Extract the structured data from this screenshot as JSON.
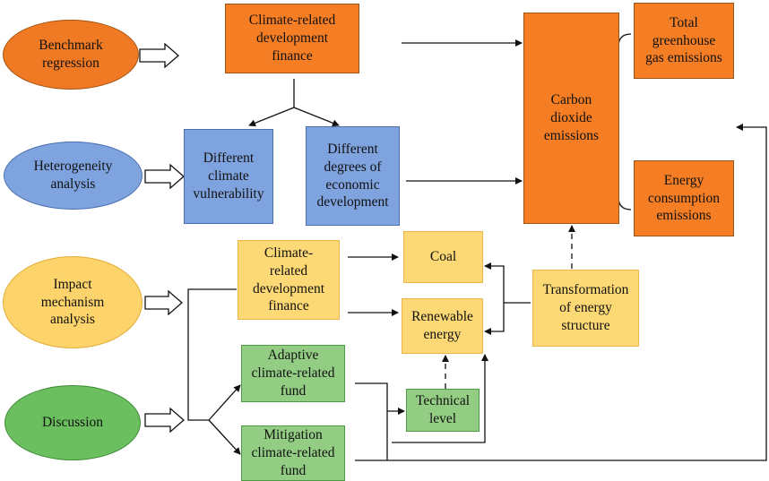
{
  "levels": {
    "benchmark": "Benchmark\nregression",
    "heterogeneity": "Heterogeneity\nanalysis",
    "mechanism": "Impact\nmechanism\nanalysis",
    "discussion": "Discussion"
  },
  "boxes": {
    "crdf_top": "Climate-related\ndevelopment\nfinance",
    "vulnerability": "Different\nclimate\nvulnerability",
    "economic": "Different\ndegrees of\neconomic\ndevelopment",
    "co2": "Carbon\ndioxide\nemissions",
    "total_ghg": "Total\ngreenhouse\ngas emissions",
    "energy_emissions": "Energy\nconsumption\nemissions",
    "crdf_mid": "Climate-\nrelated\ndevelopment\nfinance",
    "coal": "Coal",
    "renewable": "Renewable\nenergy",
    "transformation": "Transformation\nof energy\nstructure",
    "adaptive": "Adaptive\nclimate-related\nfund",
    "mitigation": "Mitigation\nclimate-related\nfund",
    "technical": "Technical\nlevel"
  },
  "colors": {
    "orange": "#f57e25",
    "blue": "#7fa3de",
    "yellow": "#fdd975",
    "green": "#93cd84",
    "line": "#111111"
  }
}
